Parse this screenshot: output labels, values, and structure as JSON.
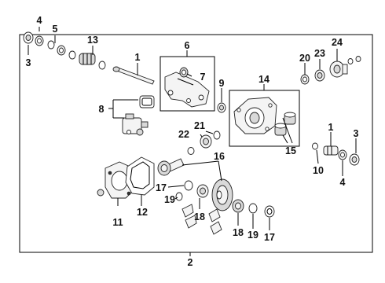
{
  "callouts": {
    "n1a": "1",
    "n1b": "1",
    "n2": "2",
    "n3a": "3",
    "n3b": "3",
    "n4a": "4",
    "n4b": "4",
    "n5": "5",
    "n6": "6",
    "n7": "7",
    "n8": "8",
    "n9": "9",
    "n10": "10",
    "n11": "11",
    "n12": "12",
    "n13": "13",
    "n14": "14",
    "n15": "15",
    "n16": "16",
    "n17a": "17",
    "n17b": "17",
    "n18a": "18",
    "n18b": "18",
    "n19a": "19",
    "n19b": "19",
    "n20": "20",
    "n21": "21",
    "n22": "22",
    "n23": "23",
    "n24": "24"
  },
  "colors": {
    "line": "#000000",
    "part_fill": "#f4f4f4",
    "part_shade": "#d9d9d9"
  }
}
